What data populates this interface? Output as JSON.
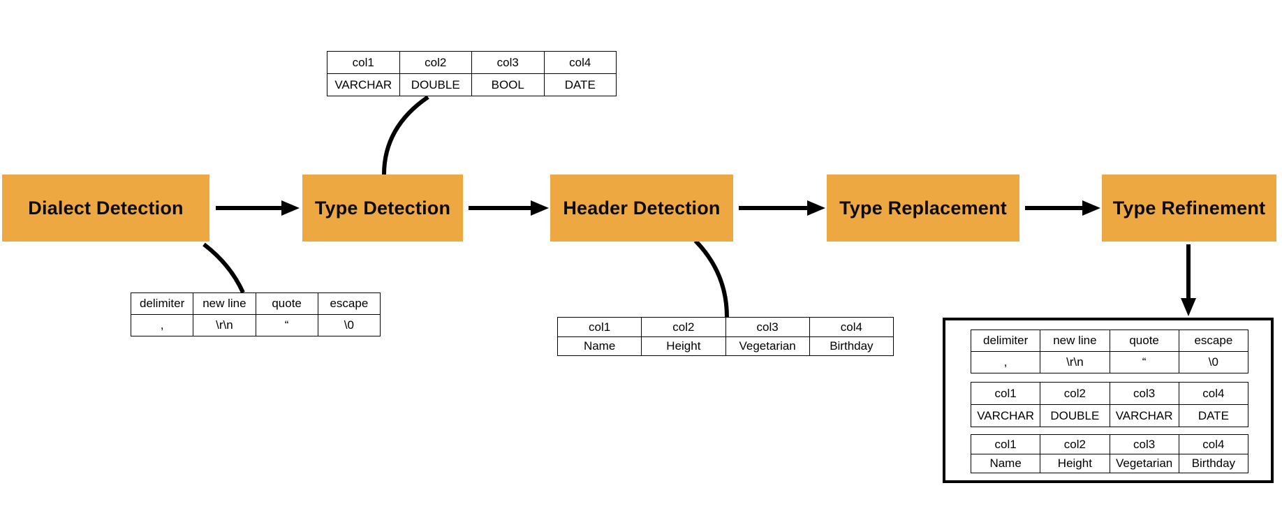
{
  "pipeline": {
    "steps": [
      {
        "id": "dialect-detection",
        "label": "Dialect Detection"
      },
      {
        "id": "type-detection",
        "label": "Type Detection"
      },
      {
        "id": "header-detection",
        "label": "Header Detection"
      },
      {
        "id": "type-replacement",
        "label": "Type Replacement"
      },
      {
        "id": "type-refinement",
        "label": "Type Refinement"
      }
    ]
  },
  "tables": {
    "detected_types": {
      "headers": [
        "col1",
        "col2",
        "col3",
        "col4"
      ],
      "values": [
        "VARCHAR",
        "DOUBLE",
        "BOOL",
        "DATE"
      ]
    },
    "dialect": {
      "headers": [
        "delimiter",
        "new line",
        "quote",
        "escape"
      ],
      "values": [
        ",",
        "\\r\\n",
        "“",
        "\\0"
      ]
    },
    "header_names": {
      "headers": [
        "col1",
        "col2",
        "col3",
        "col4"
      ],
      "values": [
        "Name",
        "Height",
        "Vegetarian",
        "Birthday"
      ]
    },
    "result_dialect": {
      "headers": [
        "delimiter",
        "new line",
        "quote",
        "escape"
      ],
      "values": [
        ",",
        "\\r\\n",
        "“",
        "\\0"
      ]
    },
    "result_types": {
      "headers": [
        "col1",
        "col2",
        "col3",
        "col4"
      ],
      "values": [
        "VARCHAR",
        "DOUBLE",
        "VARCHAR",
        "DATE"
      ]
    },
    "result_header_names": {
      "headers": [
        "col1",
        "col2",
        "col3",
        "col4"
      ],
      "values": [
        "Name",
        "Height",
        "Vegetarian",
        "Birthday"
      ]
    }
  },
  "connections": {
    "flow": [
      {
        "from": "Dialect Detection",
        "to": "Type Detection"
      },
      {
        "from": "Type Detection",
        "to": "Header Detection"
      },
      {
        "from": "Header Detection",
        "to": "Type Replacement"
      },
      {
        "from": "Type Replacement",
        "to": "Type Refinement"
      },
      {
        "from": "Type Refinement",
        "to": "Result box"
      }
    ],
    "annotations": [
      {
        "step": "Dialect Detection",
        "table": "dialect"
      },
      {
        "step": "Type Detection",
        "table": "detected_types"
      },
      {
        "step": "Header Detection",
        "table": "header_names"
      }
    ]
  },
  "colors": {
    "step_fill": "#EEA841",
    "step_text": "#0b0b0b",
    "connector": "#000000",
    "table_border": "#000000",
    "background": "#FFFFFF"
  }
}
